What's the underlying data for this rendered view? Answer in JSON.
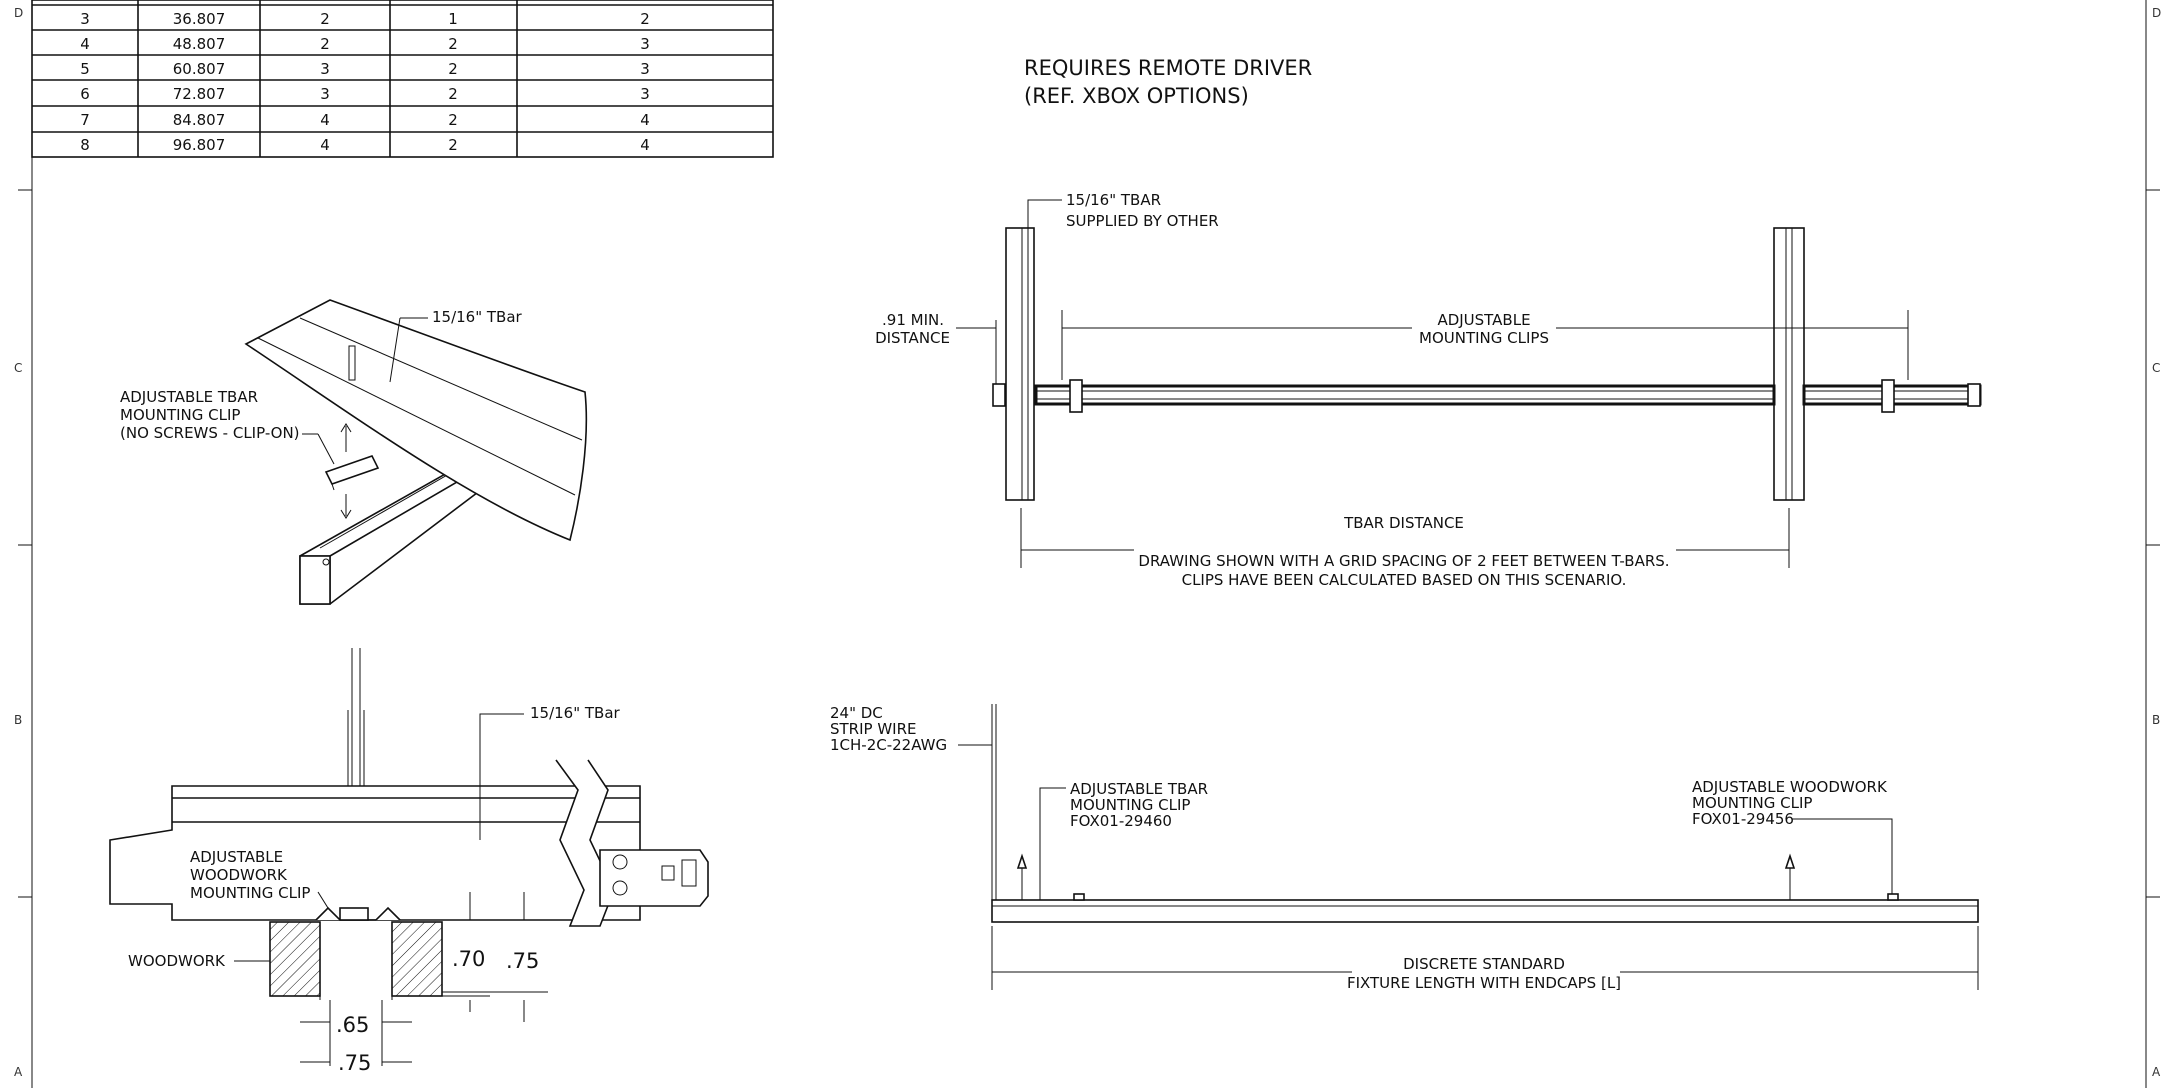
{
  "border": {
    "zones_left": [
      "D",
      "C",
      "B",
      "A"
    ],
    "zones_right": [
      "D",
      "C",
      "B",
      "A"
    ]
  },
  "table": {
    "rows": [
      [
        "3",
        "36.807",
        "2",
        "1",
        "2"
      ],
      [
        "4",
        "48.807",
        "2",
        "2",
        "3"
      ],
      [
        "5",
        "60.807",
        "3",
        "2",
        "3"
      ],
      [
        "6",
        "72.807",
        "3",
        "2",
        "3"
      ],
      [
        "7",
        "84.807",
        "4",
        "2",
        "4"
      ],
      [
        "8",
        "96.807",
        "4",
        "2",
        "4"
      ]
    ]
  },
  "notes": {
    "remote_driver_1": "REQUIRES REMOTE DRIVER",
    "remote_driver_2": "(REF. XBOX OPTIONS)"
  },
  "iso_view": {
    "tbar": "15/16\" TBar",
    "clip_1": "ADJUSTABLE TBAR",
    "clip_2": "MOUNTING CLIP",
    "clip_3": "(NO SCREWS - CLIP-ON)"
  },
  "tbar_view": {
    "supplied_1": "15/16\" TBAR",
    "supplied_2": "SUPPLIED BY OTHER",
    "min_1": ".91 MIN.",
    "min_2": "DISTANCE",
    "clips_1": "ADJUSTABLE",
    "clips_2": "MOUNTING CLIPS",
    "tbar_distance": "TBAR DISTANCE",
    "grid_note_1": "DRAWING SHOWN WITH A GRID SPACING OF 2 FEET BETWEEN T-BARS.",
    "grid_note_2": "CLIPS HAVE BEEN CALCULATED BASED ON THIS SCENARIO."
  },
  "section_view": {
    "tbar": "15/16\" TBar",
    "wood_clip_1": "ADJUSTABLE",
    "wood_clip_2": "WOODWORK",
    "wood_clip_3": "MOUNTING CLIP",
    "woodwork": "WOODWORK",
    "dim_070": ".70",
    "dim_075_right": ".75",
    "dim_065": ".65",
    "dim_075_bottom": ".75"
  },
  "length_view": {
    "wire_1": "24\" DC",
    "wire_2": "STRIP WIRE",
    "wire_3": "1CH-2C-22AWG",
    "tbar_clip_1": "ADJUSTABLE TBAR",
    "tbar_clip_2": "MOUNTING CLIP",
    "tbar_clip_3": "FOX01-29460",
    "wood_clip_1": "ADJUSTABLE WOODWORK",
    "wood_clip_2": "MOUNTING CLIP",
    "wood_clip_3": "FOX01-29456",
    "length_1": "DISCRETE STANDARD",
    "length_2": "FIXTURE LENGTH WITH ENDCAPS [L]"
  }
}
